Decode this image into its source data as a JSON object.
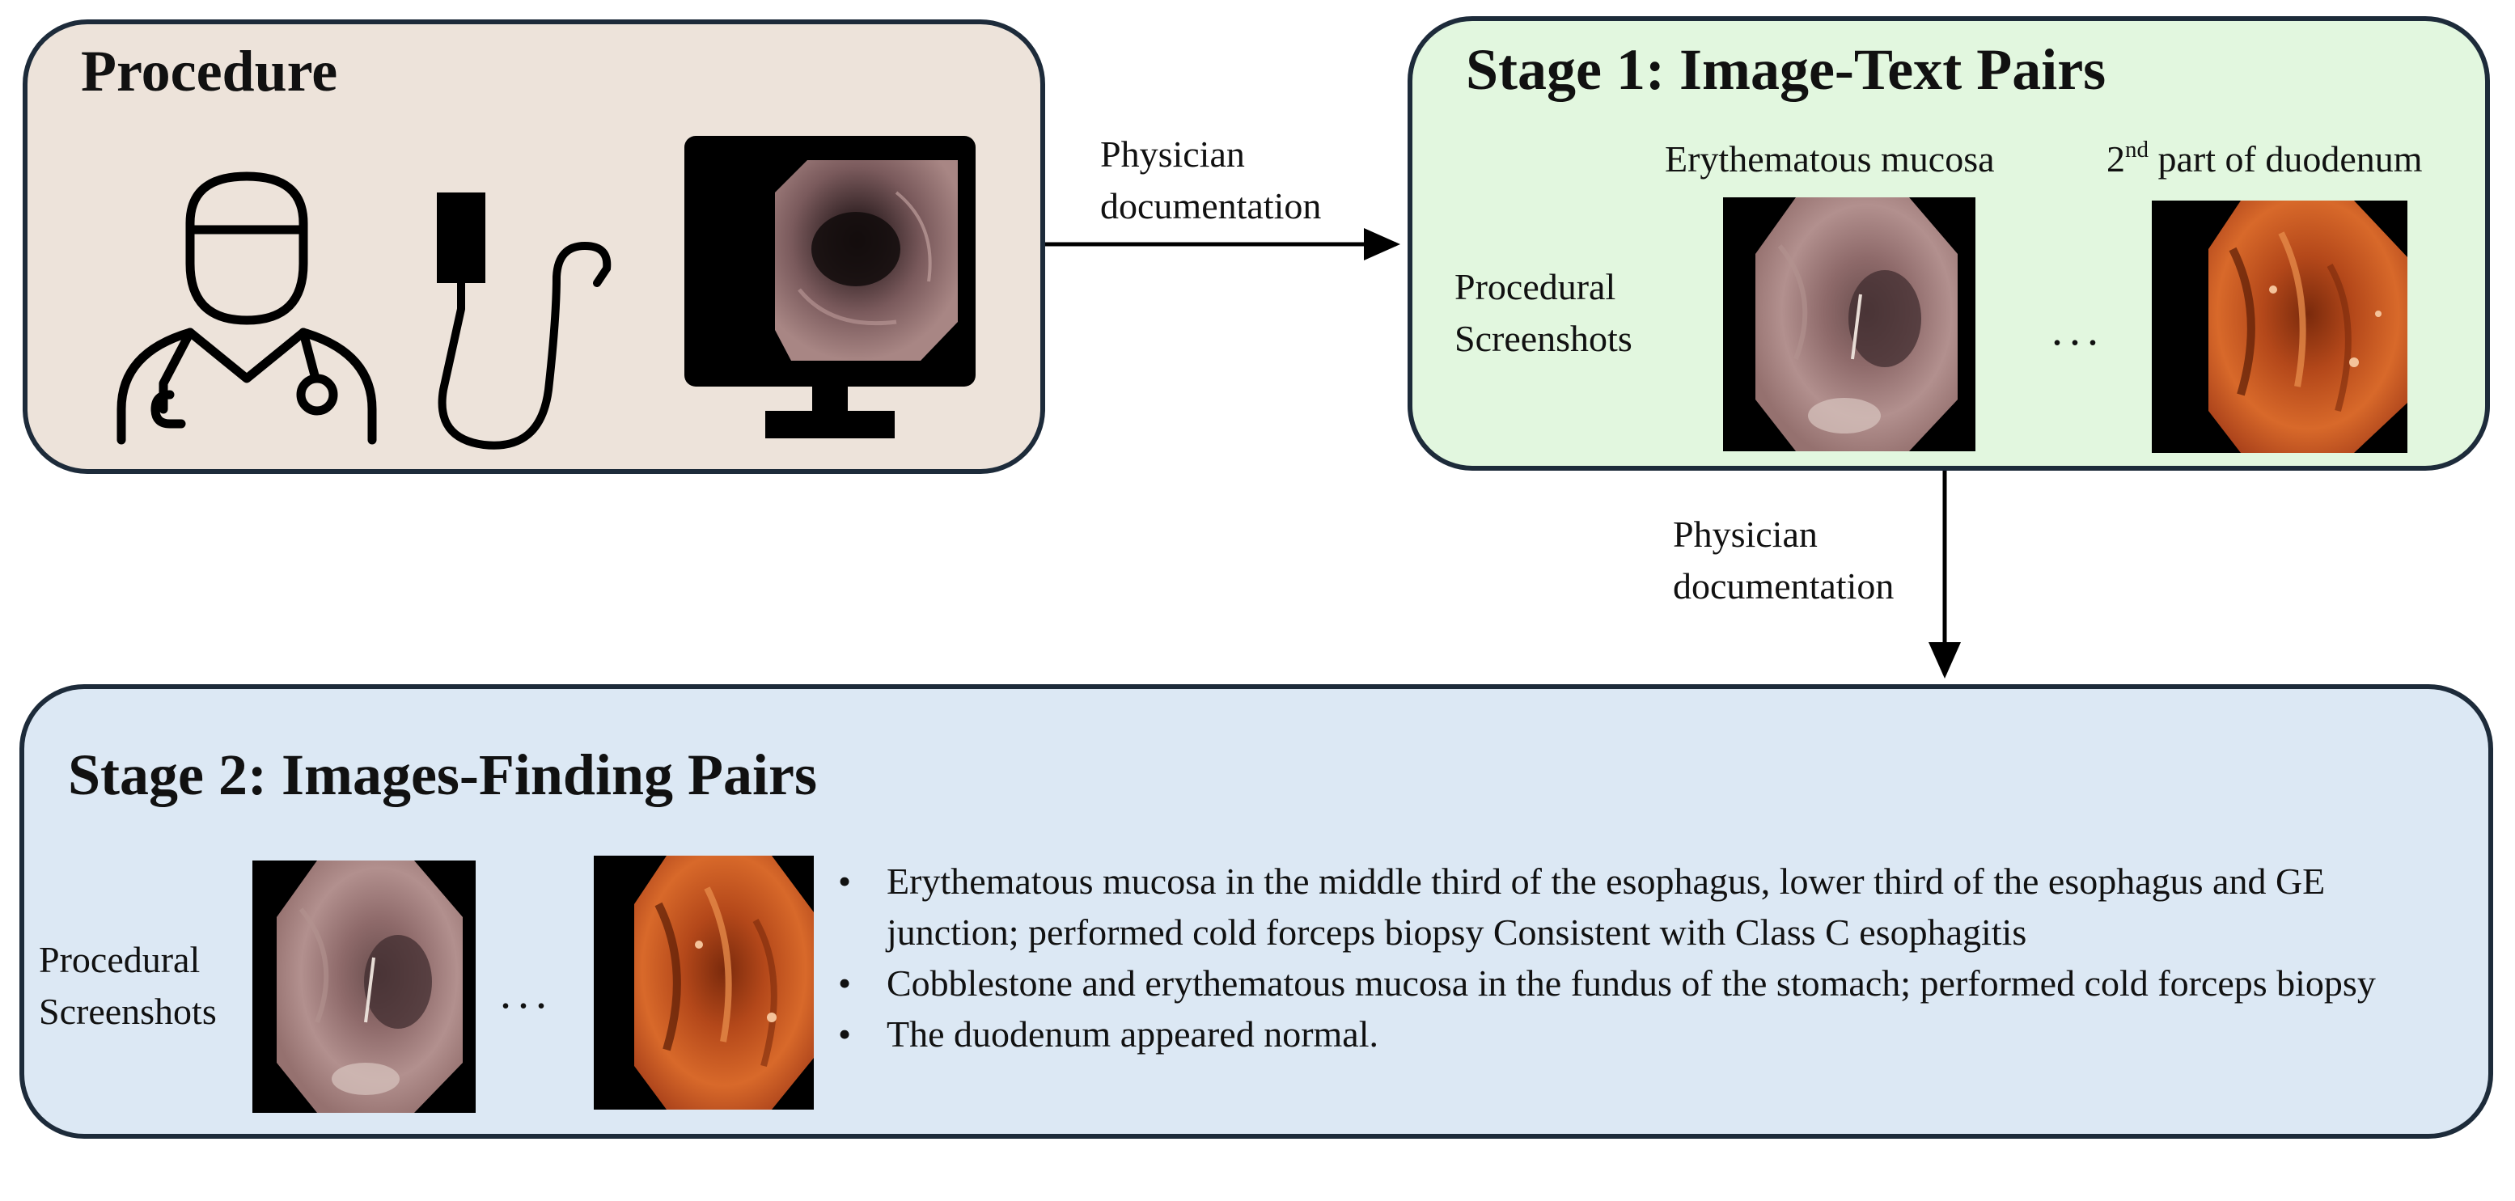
{
  "procedure": {
    "title": "Procedure",
    "icons": [
      "physician-icon",
      "endoscope-icon",
      "monitor-icon"
    ]
  },
  "arrow_to_stage1": {
    "label_line1": "Physician",
    "label_line2": "documentation"
  },
  "stage1": {
    "title": "Stage 1: Image-Text Pairs",
    "caption_first": "Erythematous mucosa",
    "caption_second_ordinal": "2",
    "caption_second_suffix": "nd",
    "caption_second_rest": " part of duodenum",
    "row_label_line1": "Procedural",
    "row_label_line2": "Screenshots",
    "ellipsis": "..."
  },
  "arrow_to_stage2": {
    "label_line1": "Physician",
    "label_line2": "documentation"
  },
  "stage2": {
    "title": "Stage 2: Images-Finding Pairs",
    "row_label_line1": "Procedural",
    "row_label_line2": "Screenshots",
    "ellipsis": "...",
    "bullet": "•",
    "findings": [
      "Erythematous mucosa in the middle third of the esophagus, lower third of the esophagus and GE junction; performed cold forceps biopsy Consistent with Class C esophagitis",
      "Cobblestone and erythematous mucosa in the fundus of the stomach; performed cold forceps biopsy",
      "The duodenum appeared normal."
    ]
  },
  "colors": {
    "procedure_bg": "#ede3da",
    "stage1_bg": "#e2f7df",
    "stage2_bg": "#dce8f4",
    "border": "#1d2b3a",
    "esophagus_tissue": "#9c7a78",
    "duodenum_tissue": "#c85a1e"
  }
}
